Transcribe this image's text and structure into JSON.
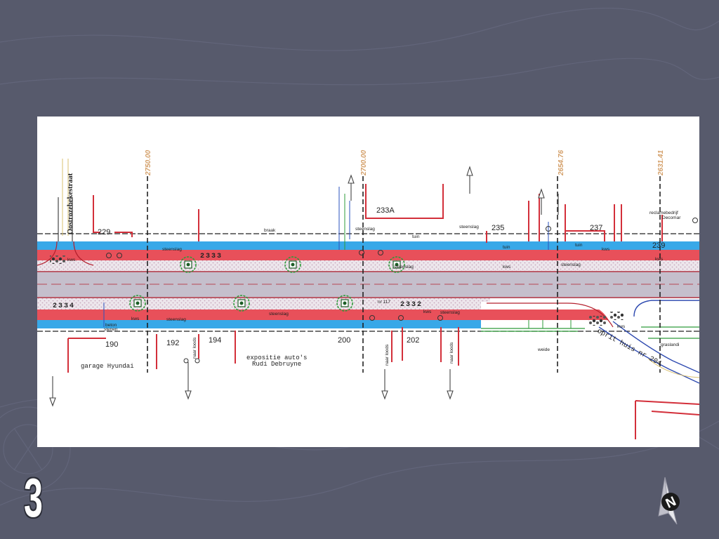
{
  "slide": {
    "number": "3"
  },
  "colors": {
    "background": "#575a6c",
    "road_red": "#e8505a",
    "road_blue": "#38a8e8",
    "carriageway": "#c5bfcc",
    "kerb_line": "#b4202e",
    "vertical_red": "#d32f3a",
    "tree_green": "#2e9b3a",
    "station_label": "#d4a06a"
  },
  "plan": {
    "street_name": "Oostrozebekestraat",
    "stations": [
      "2750.00",
      "2700.00",
      "2654.76",
      "2631.41"
    ],
    "house_numbers_north": [
      "229",
      "233A",
      "235",
      "237",
      "239"
    ],
    "house_numbers_south": [
      "190",
      "192",
      "194",
      "200",
      "202"
    ],
    "segment_labels": [
      "2333",
      "2334",
      "2332"
    ],
    "text_notes": {
      "braak": "braak",
      "steenslag": "steenslag",
      "tuin": "tuin",
      "kws": "kws",
      "beton": "beton",
      "stenen": "stenen",
      "weide": "weide",
      "graslandi": "graslandi",
      "naar_loods": "naar loods",
      "reclamebedrijf": "reclamebedrijf",
      "decomar": "Decomar",
      "garage": "garage Hyundai",
      "expositie_line1": "expositie auto's",
      "expositie_line2": "Rudi Debruyne",
      "oprit": "oprit huis nr 204",
      "nr117": "nr 117"
    }
  },
  "north_arrow": {
    "label": "N"
  }
}
